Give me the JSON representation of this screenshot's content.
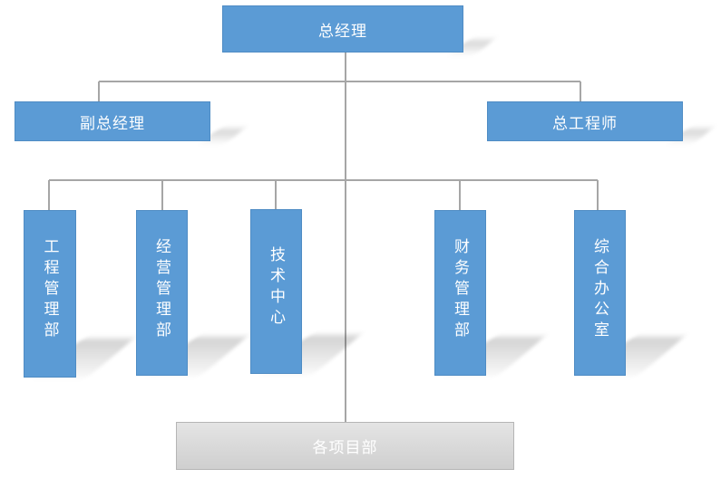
{
  "colors": {
    "box_fill": "#5b9bd5",
    "connector": "#a6a6a6",
    "gray_fill": "#d4d4d4"
  },
  "nodes": {
    "general_manager": "总经理",
    "deputy_general_manager": "副总经理",
    "chief_engineer": "总工程师",
    "engineering_dept": "工程管理部",
    "operations_dept": "经营管理部",
    "technology_center": "技术中心",
    "finance_dept": "财务管理部",
    "general_office": "综合办公室",
    "project_depts": "各项目部"
  }
}
